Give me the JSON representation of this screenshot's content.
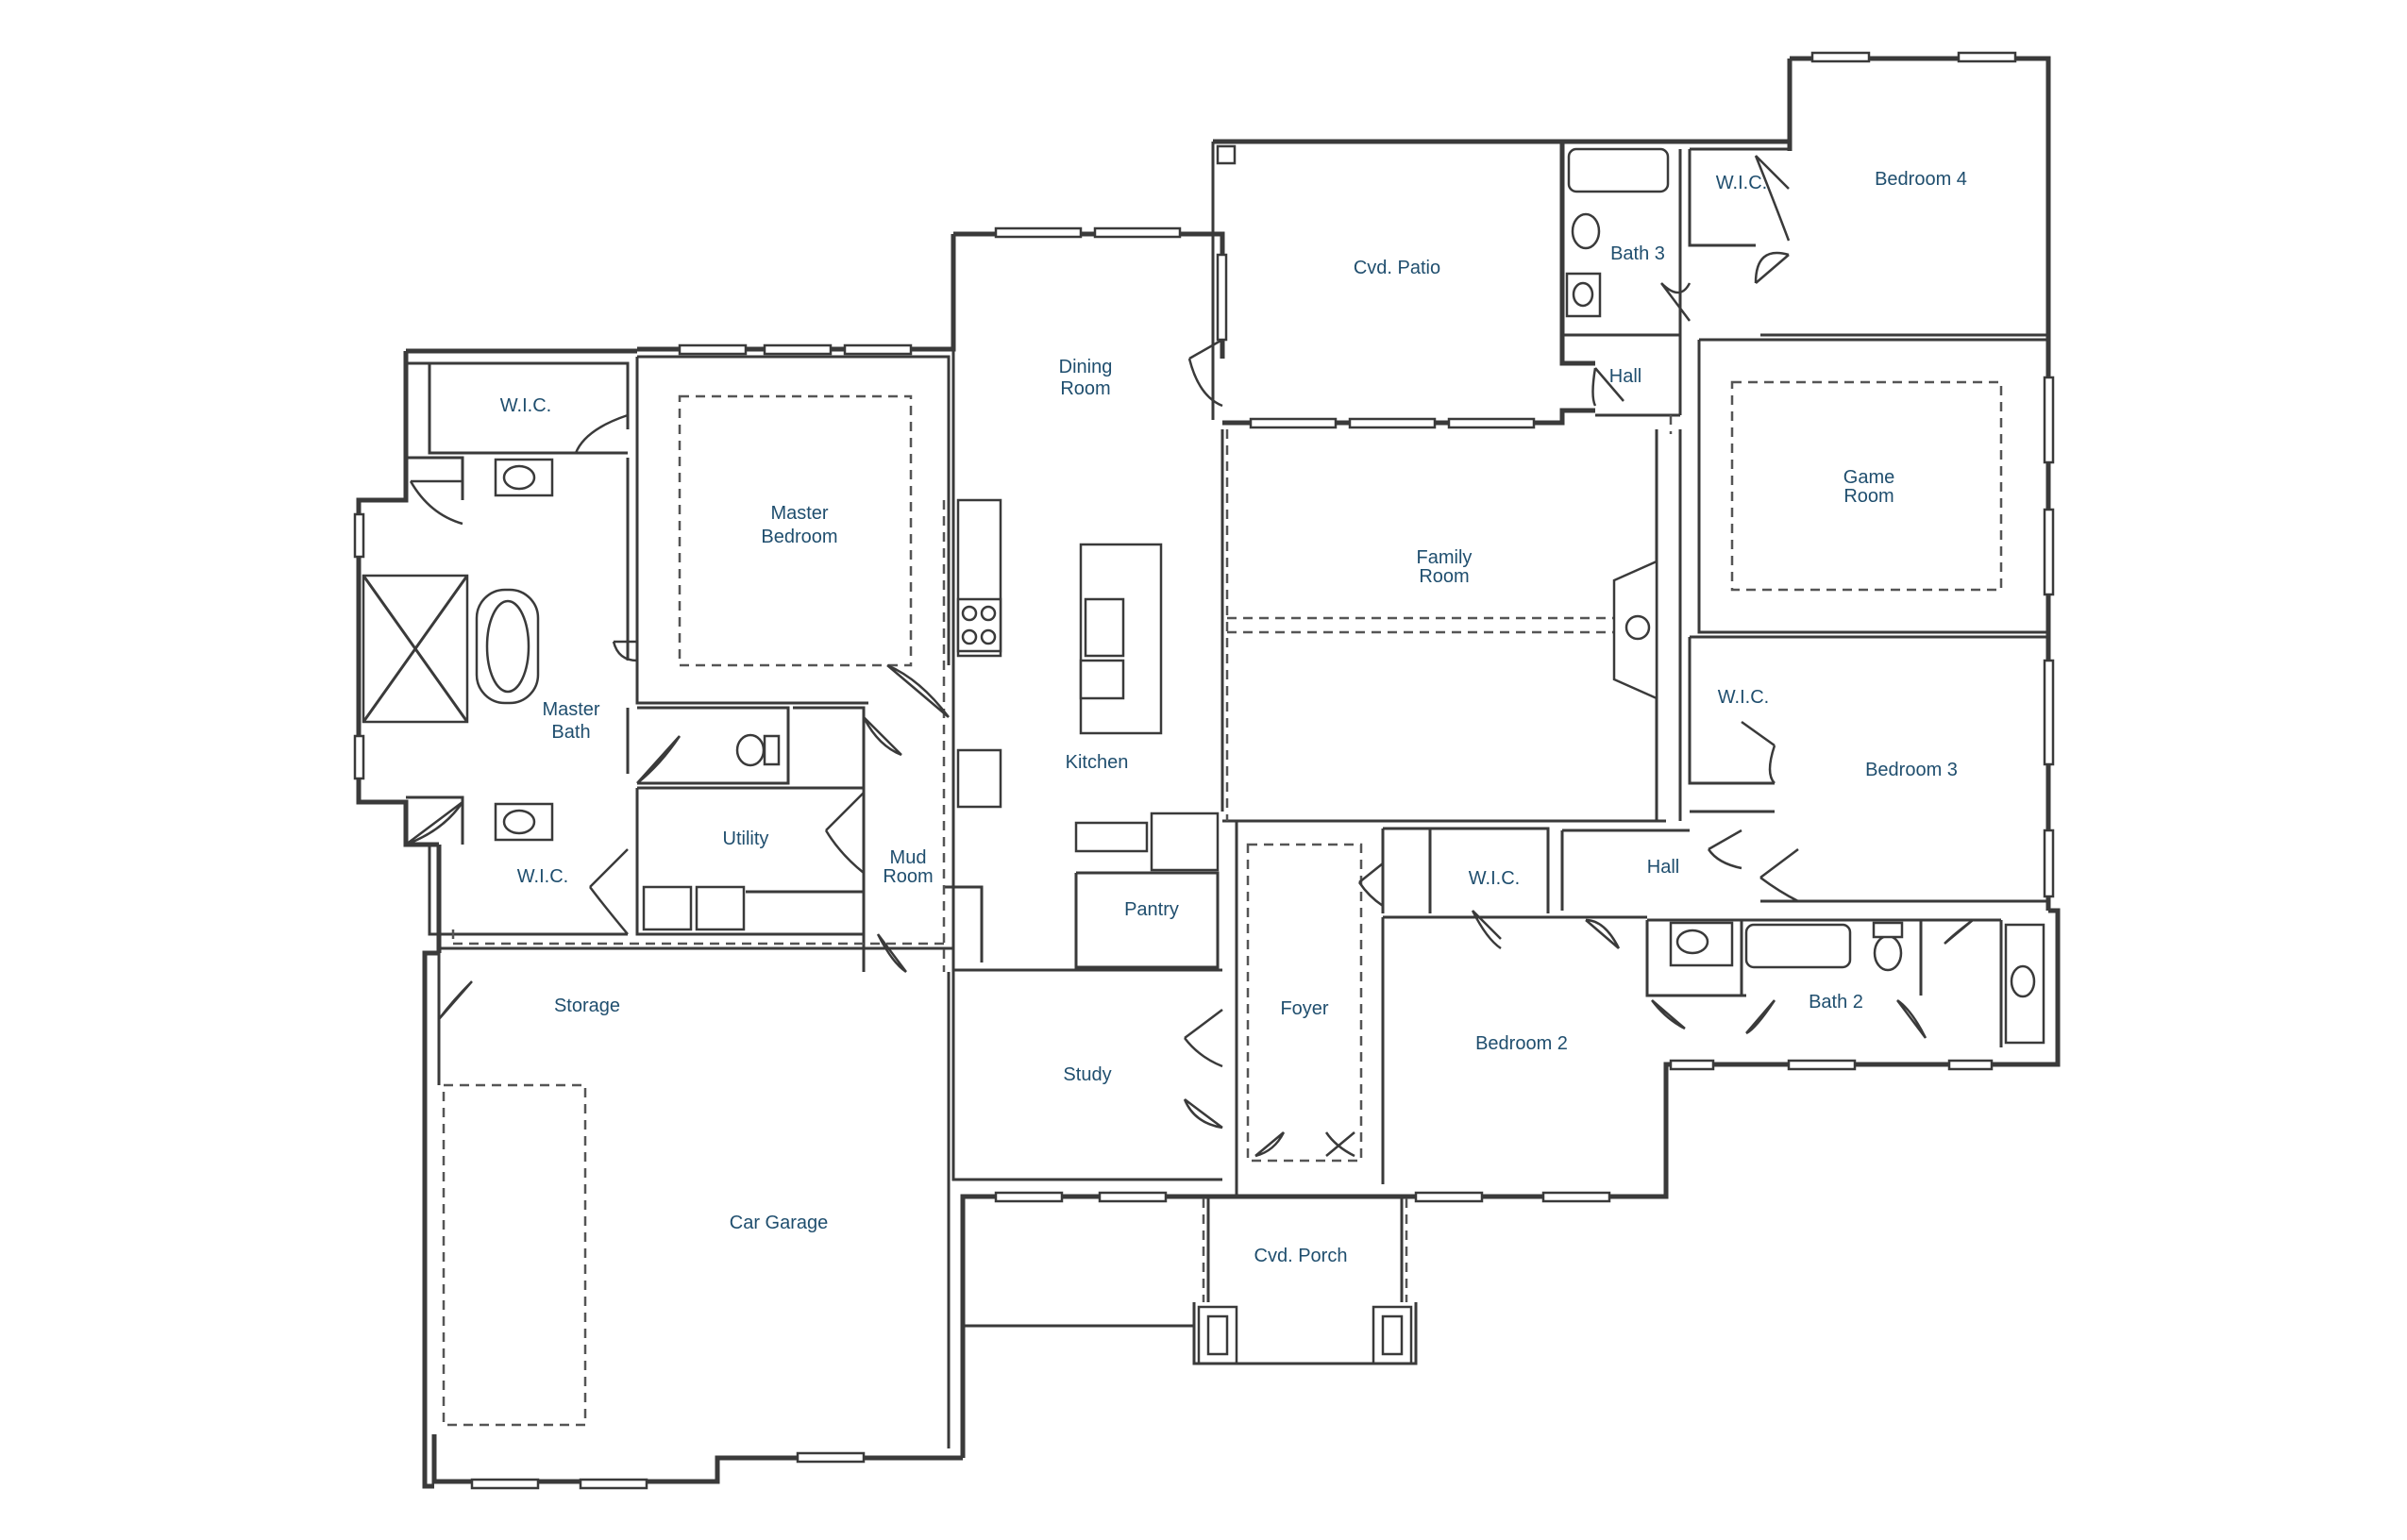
{
  "rooms": {
    "bedroom_4": "Bedroom 4",
    "wic_bed4": "W.I.C.",
    "bath_3": "Bath 3",
    "cvd_patio": "Cvd. Patio",
    "hall_upper": "Hall",
    "dining_room_1": "Dining",
    "dining_room_2": "Room",
    "game_room_1": "Game",
    "game_room_2": "Room",
    "wic_master_top": "W.I.C.",
    "master_bedroom_1": "Master",
    "master_bedroom_2": "Bedroom",
    "family_room_1": "Family",
    "family_room_2": "Room",
    "master_bath_1": "Master",
    "master_bath_2": "Bath",
    "wic_bed3": "W.I.C.",
    "bedroom_3": "Bedroom 3",
    "kitchen": "Kitchen",
    "utility": "Utility",
    "mud_room_1": "Mud",
    "mud_room_2": "Room",
    "hall_lower": "Hall",
    "wic_master_bottom": "W.I.C.",
    "wic_bed2": "W.I.C.",
    "pantry": "Pantry",
    "bath_2": "Bath 2",
    "storage": "Storage",
    "foyer": "Foyer",
    "bedroom_2": "Bedroom 2",
    "study": "Study",
    "car_garage": "Car Garage",
    "cvd_porch": "Cvd. Porch"
  },
  "colors": {
    "label": "#1f4e6e",
    "wall": "#3a3a3a"
  }
}
